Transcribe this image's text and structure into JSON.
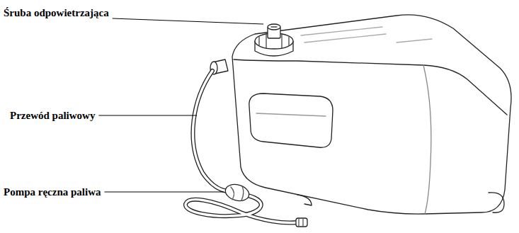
{
  "diagram": {
    "labels": [
      "Śruba odpowietrzająca",
      "Przewód paliwowy",
      "Pompa ręczna paliwa"
    ]
  }
}
